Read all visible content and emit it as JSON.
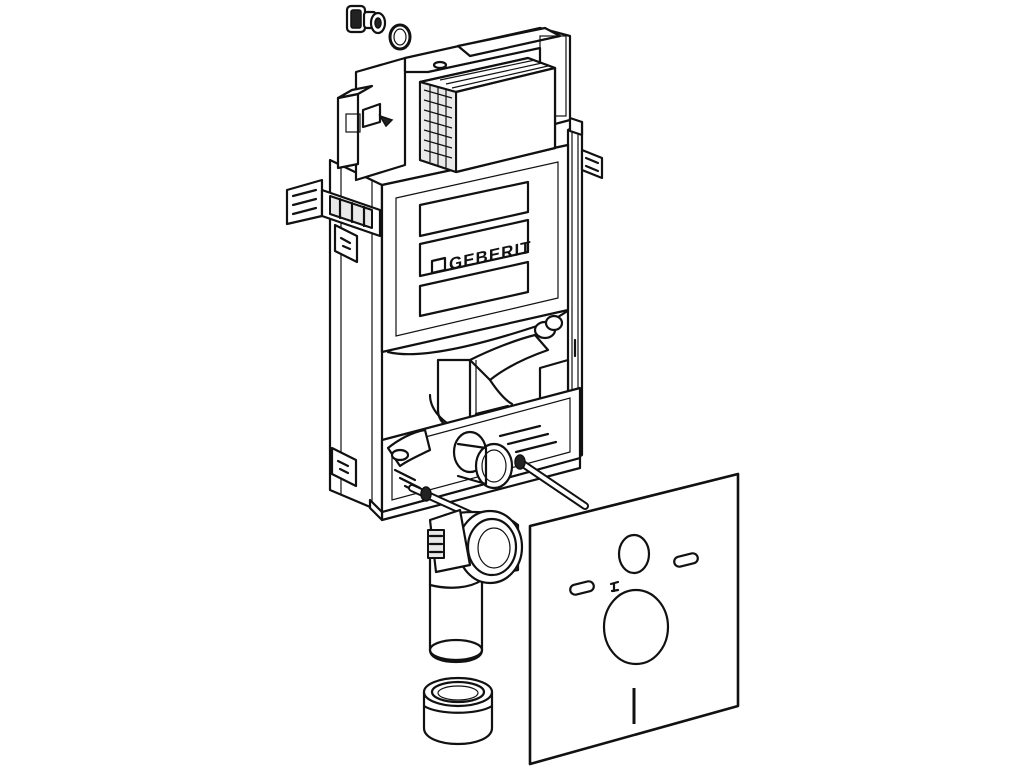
{
  "diagram": {
    "brand_label": "GEBERIT",
    "components": [
      "valve-with-seal-ring",
      "cistern-frame",
      "flush-actuator-plate-housing",
      "wall-bracket-left",
      "wall-bracket-right",
      "fixing-rods",
      "flush-pipe",
      "drain-bend",
      "drain-pipe",
      "pipe-connector-sleeve",
      "sound-insulation-mat"
    ]
  }
}
